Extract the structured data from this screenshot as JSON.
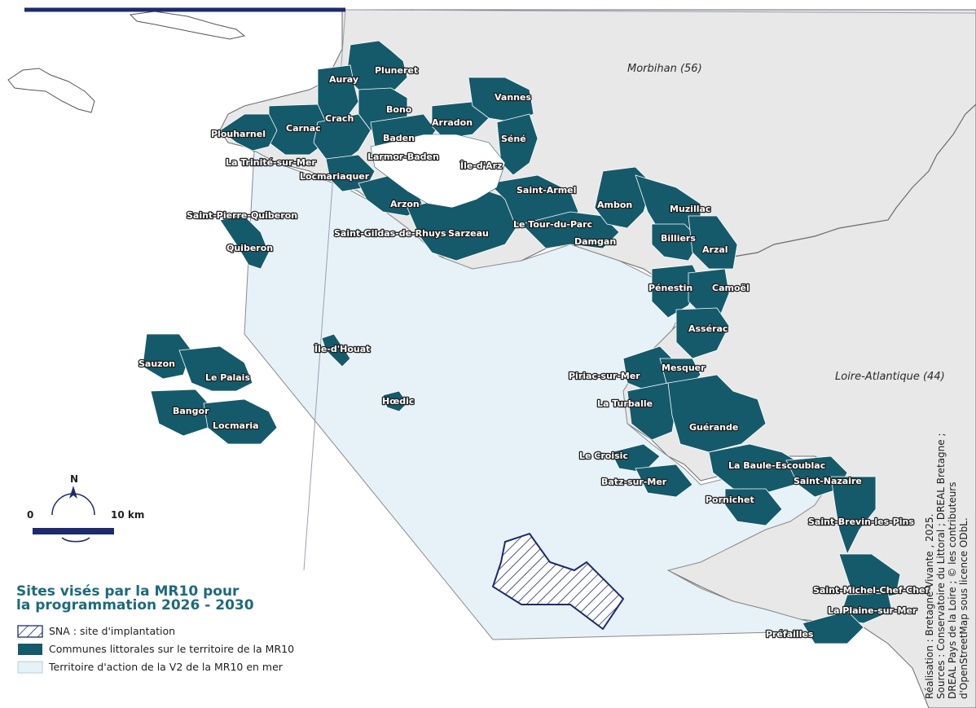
{
  "departments": [
    {
      "id": "morbihan",
      "label": "Morbihan (56)"
    },
    {
      "id": "loire-atlantique",
      "label": "Loire-Atlantique (44)"
    }
  ],
  "communes": [
    "Auray",
    "Pluneret",
    "Vannes",
    "Bono",
    "Crach",
    "Carnac",
    "Plouharnel",
    "Arradon",
    "Baden",
    "Séné",
    "Larmor-Baden",
    "Île-d'Arz",
    "La Trinité-sur-Mer",
    "Locmariaquer",
    "Saint-Armel",
    "Arzon",
    "Saint-Pierre-Quiberon",
    "Ambon",
    "Muzillac",
    "Saint-Gildas-de-Rhuys",
    "Sarzeau",
    "Le Tour-du-Parc",
    "Damgan",
    "Billiers",
    "Arzal",
    "Quiberon",
    "Pénestin",
    "Camoël",
    "Assérac",
    "Île-d'Houat",
    "Sauzon",
    "Le Palais",
    "Piriac-sur-Mer",
    "Mesquer",
    "Hœdic",
    "Bangor",
    "Locmaria",
    "La Turballe",
    "Guérande",
    "Le Croisic",
    "La Baule-Escoublac",
    "Saint-Nazaire",
    "Batz-sur-Mer",
    "Pornichet",
    "Saint-Brevin-les-Pins",
    "Saint-Michel-Chef-Chef",
    "La Plaine-sur-Mer",
    "Préfailles"
  ],
  "scale": {
    "north": "N",
    "start": "0",
    "end": "10 km"
  },
  "legend": {
    "title_line1": "Sites visés par la MR10 pour",
    "title_line2": "la programmation 2026 - 2030",
    "items": [
      {
        "label": "SNA : site d'implantation"
      },
      {
        "label": "Communes littorales sur le territoire de la MR10"
      },
      {
        "label": "Territoire d'action de la V2 de la MR10 en mer"
      }
    ]
  },
  "credits": [
    "Réalisation : Bretagne Vivante , 2025.",
    "Sources : Conservatoire du Littoral ; DREAL Bretagne ;",
    "DREAL Pays de la Loire ; © les contributeurs",
    "d'OpenStreetMap sous licence ODbL."
  ],
  "colors": {
    "land": "#e8e8e8",
    "commune": "#155a6b",
    "sea_zone": "#e6f2f8",
    "sna": "#1d2a6e",
    "legend_title": "#1d6a7d",
    "border": "#ffffff"
  }
}
